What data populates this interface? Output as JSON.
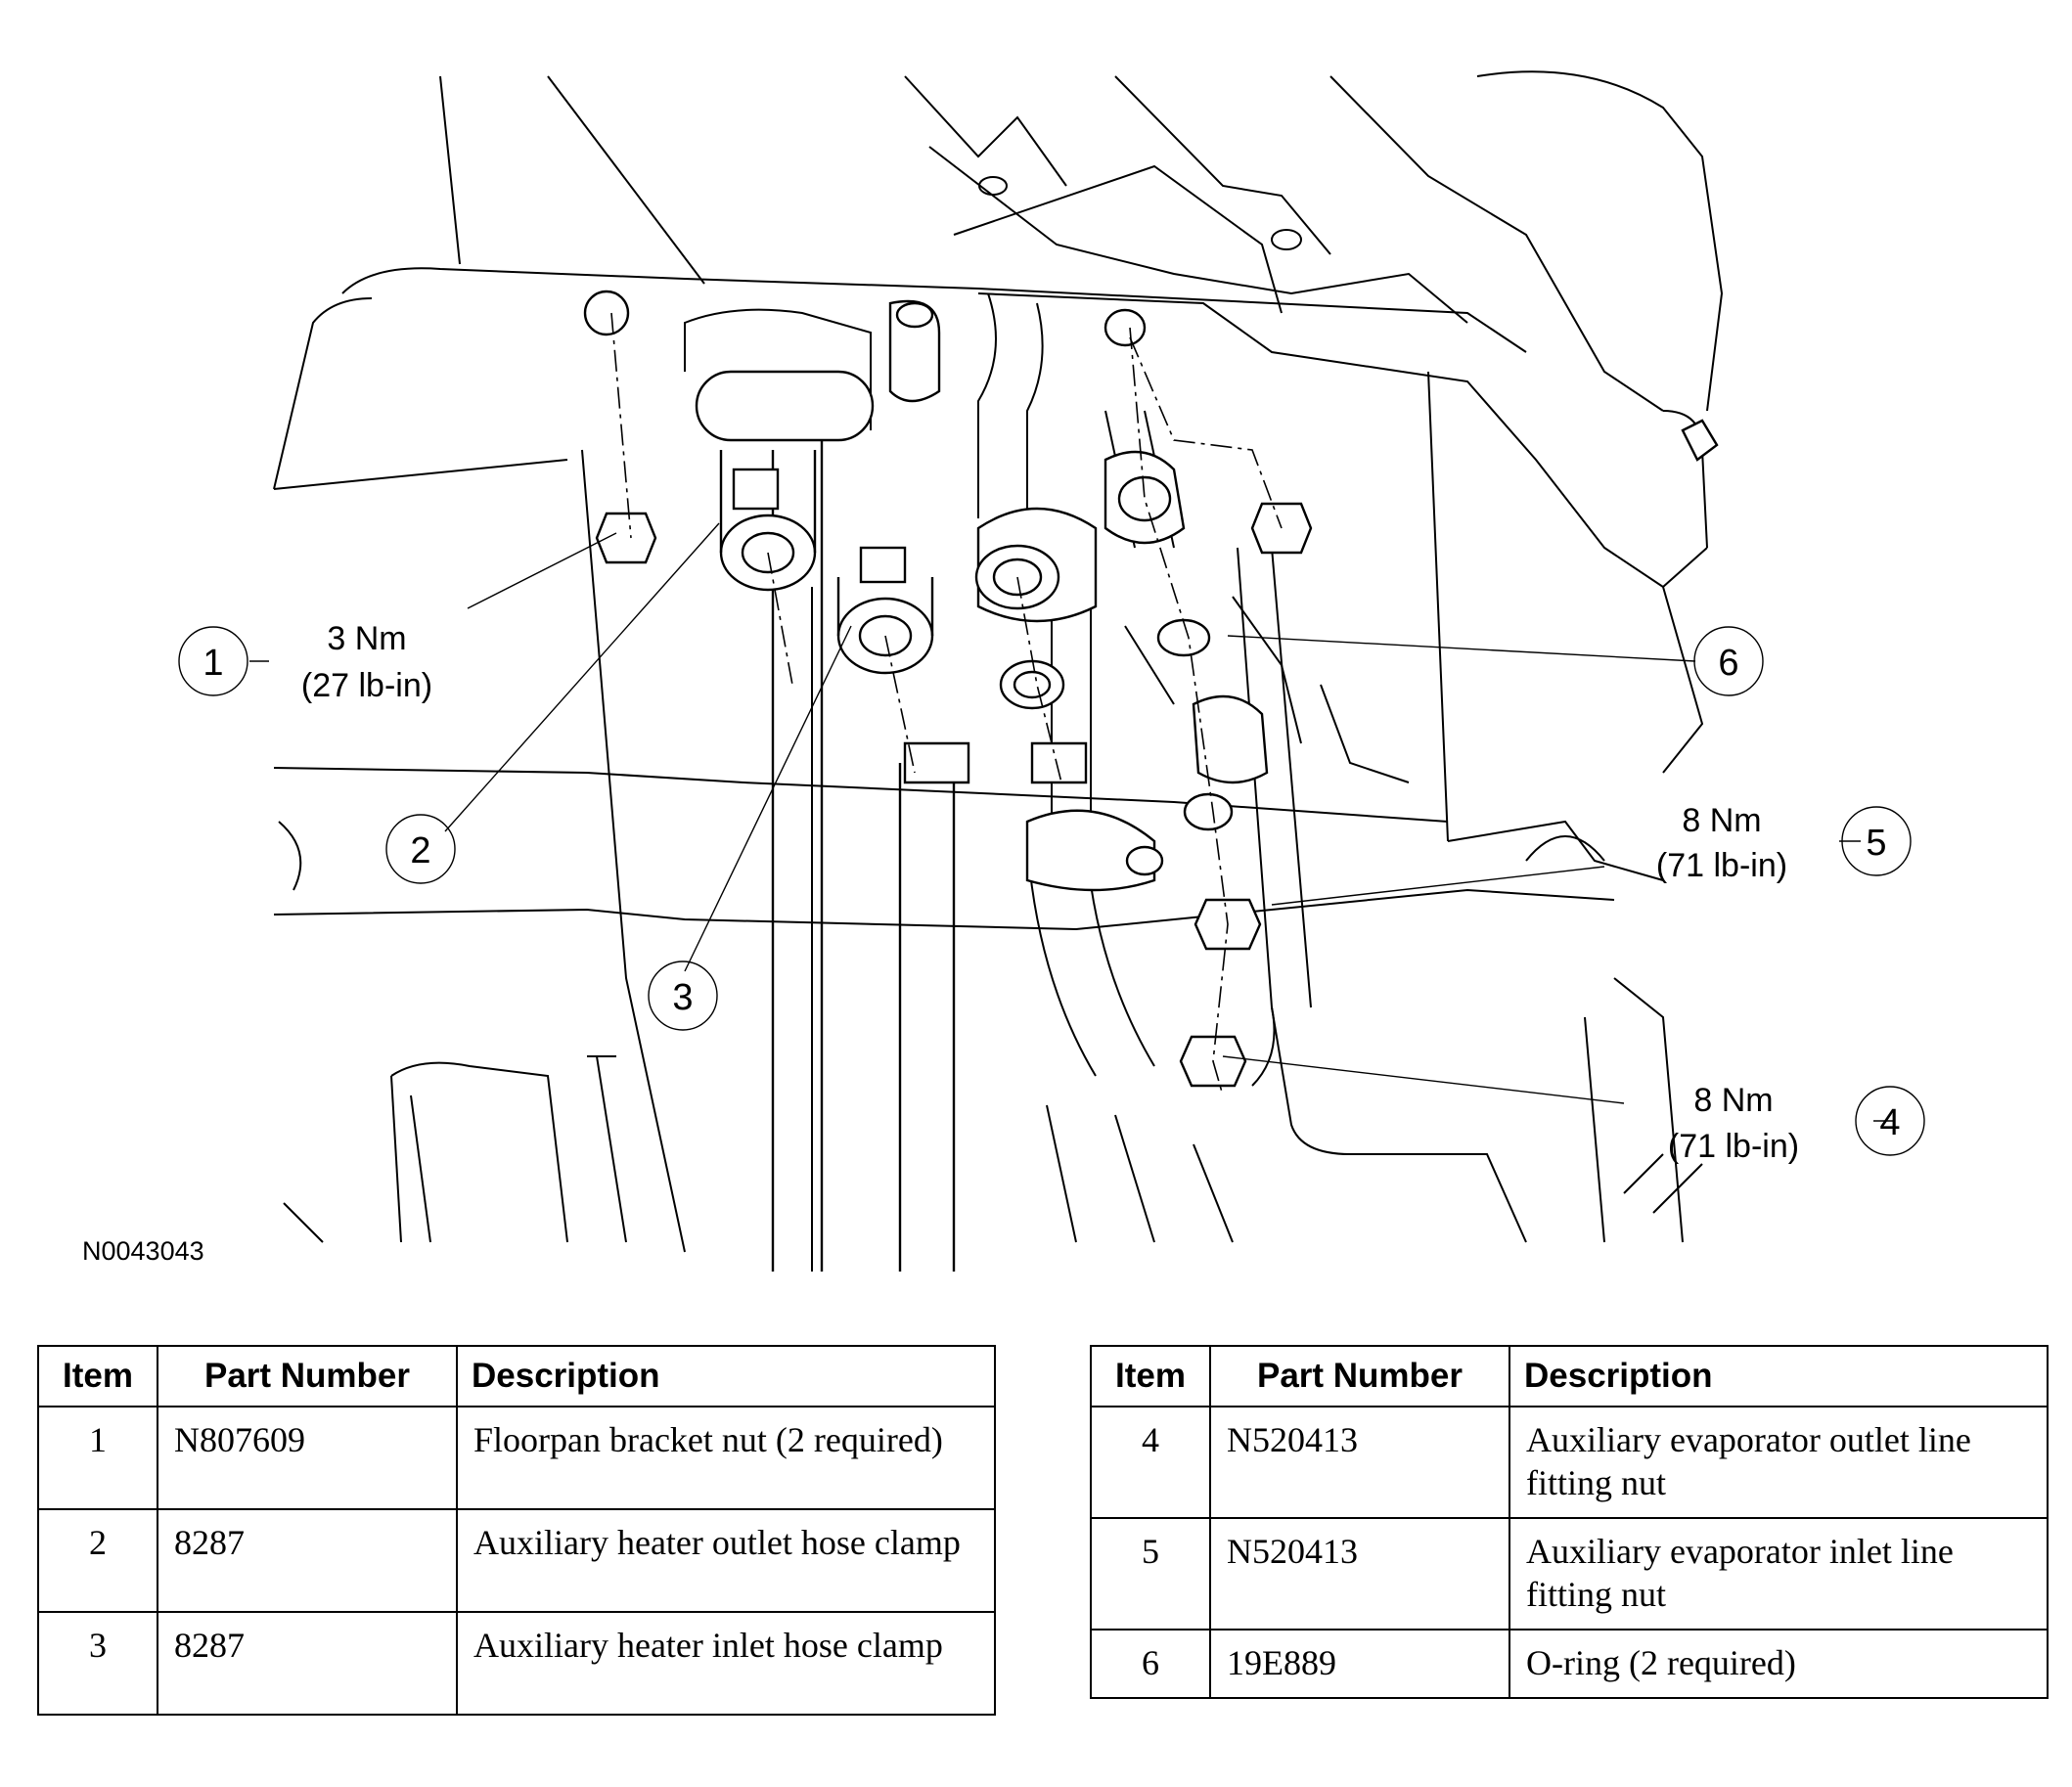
{
  "figure": {
    "id": "N0043043",
    "callouts": [
      {
        "num": "1",
        "torque_line1": "3 Nm",
        "torque_line2": "(27 lb-in)"
      },
      {
        "num": "2"
      },
      {
        "num": "3"
      },
      {
        "num": "4",
        "torque_line1": "8 Nm",
        "torque_line2": "(71 lb-in)"
      },
      {
        "num": "5",
        "torque_line1": "8 Nm",
        "torque_line2": "(71 lb-in)"
      },
      {
        "num": "6"
      }
    ]
  },
  "table": {
    "headers": [
      "Item",
      "Part Number",
      "Description"
    ],
    "rows": [
      {
        "item": "1",
        "part": "N807609",
        "desc": "Floorpan bracket nut (2 required)"
      },
      {
        "item": "2",
        "part": "8287",
        "desc": "Auxiliary heater outlet hose clamp"
      },
      {
        "item": "3",
        "part": "8287",
        "desc": "Auxiliary heater inlet hose clamp"
      },
      {
        "item": "4",
        "part": "N520413",
        "desc": "Auxiliary evaporator outlet line fitting nut"
      },
      {
        "item": "5",
        "part": "N520413",
        "desc": "Auxiliary evaporator inlet line fitting nut"
      },
      {
        "item": "6",
        "part": "19E889",
        "desc": "O-ring (2 required)"
      }
    ]
  }
}
